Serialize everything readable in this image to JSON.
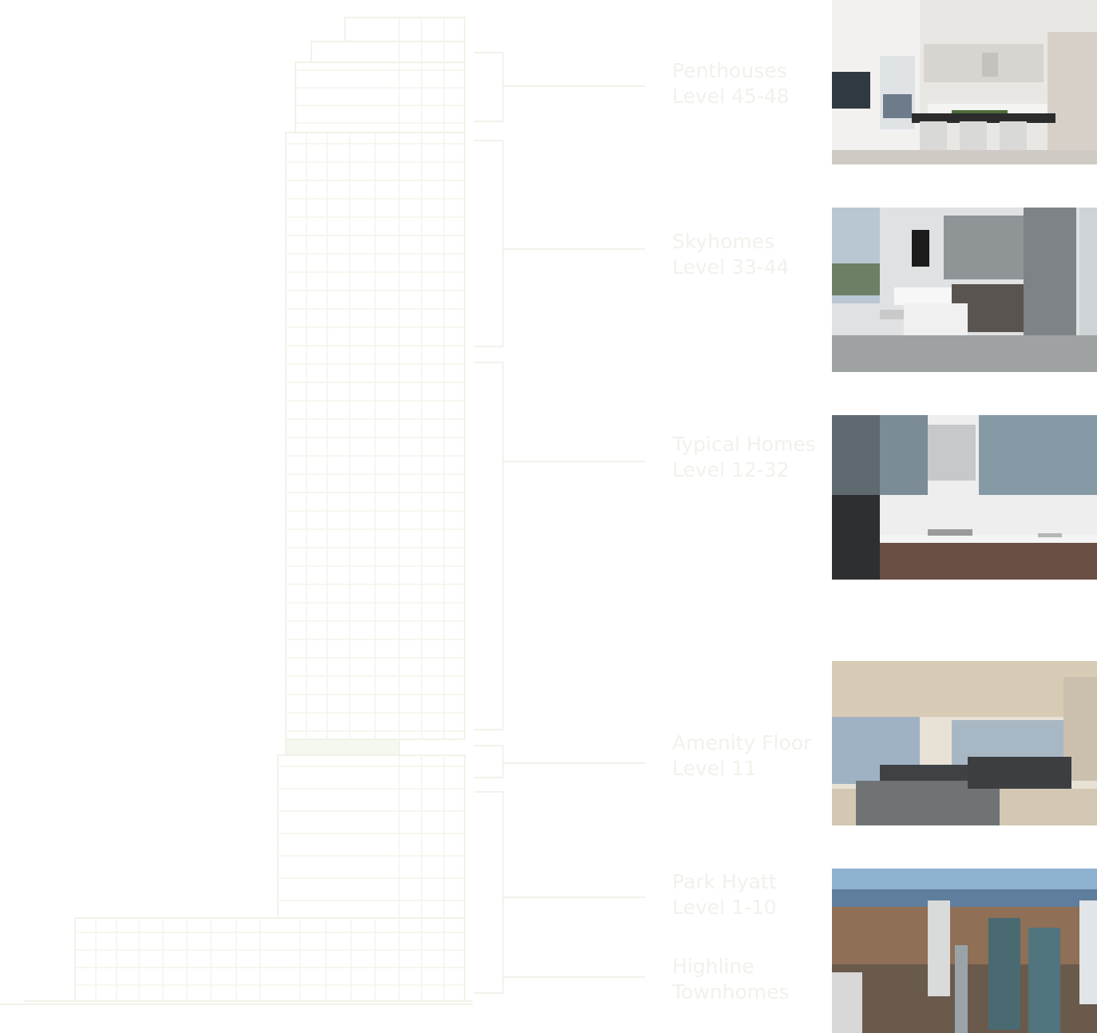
{
  "colors": {
    "tower_line": "#f0f4e8",
    "tower_fill": "#f8faf3",
    "label_text": "#f0f2eb",
    "bracket_line": "#e8ecde"
  },
  "sections": [
    {
      "name": "Penthouses",
      "level": "Level 45-48",
      "photo": "penthouse-kitchen-photo"
    },
    {
      "name": "Skyhomes",
      "level": "Level 33-44",
      "photo": "skyhome-kitchen-photo"
    },
    {
      "name": "Typical Homes",
      "level": "Level 12-32",
      "photo": "typical-home-kitchen-photo"
    },
    {
      "name": "Amenity Floor",
      "level": "Level 11",
      "photo": "amenity-gym-photo"
    },
    {
      "name": "Park Hyatt",
      "level": "Level 1-10",
      "photo": "aerial-city-photo"
    },
    {
      "name": "Highline",
      "level": "Townhomes",
      "photo": ""
    }
  ]
}
